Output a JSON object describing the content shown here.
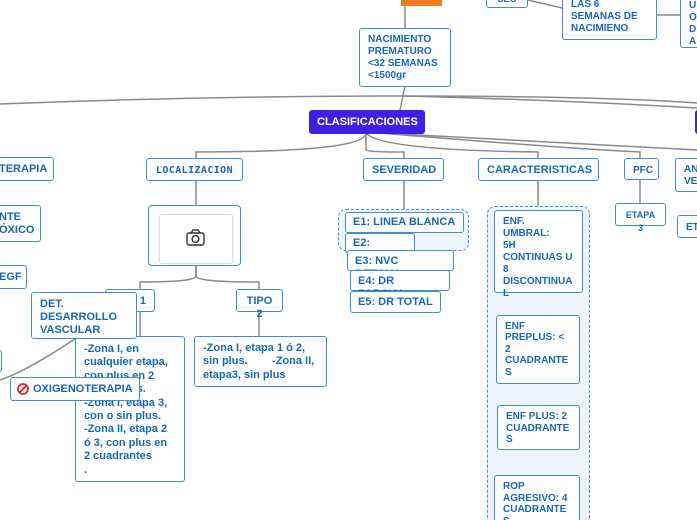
{
  "diagram": {
    "nodes": {
      "seg": "SEG",
      "semanas_nacimiento": "LAS 6\nSEMANAS DE\nNACIMIENO",
      "right_top": "U\nO\nD\nA",
      "nacimiento": "NACIMIENTO\nPREMATURO\n<32 SEMANAS\n<1500gr",
      "clasificaciones": "CLASIFICACIONES",
      "oxigenoterapia_left": "TERAPIA",
      "ante_toxico": "NTE\nÓXICO",
      "vegf": "EGF",
      "localizacion": "LOCALIZACION",
      "severidad": "SEVERIDAD",
      "caracteristicas": "CARACTERISTICAS",
      "pfc": "PFC",
      "etapa3": "ETAPA 3",
      "an_ve": "AN\nVE",
      "eta_right": "ETA",
      "det_desarrollo": "DET.\nDESARROLLO\nVASCULAR",
      "tipo1": "1",
      "tipo2": "TIPO 2",
      "tipo1_desc": "-Zona I, en\ncualquier etapa,\ncon plus en 2\ncuadrantes.\n-Zona I, etapa 3,\ncon o sin plus.\n-Zona II, etapa 2\nó 3, con plus en\n2 cuadrantes\n.",
      "tipo2_desc": "-Zona I, etapa 1 ó 2,\nsin plus.        -Zona II,\netapa3, sin plus",
      "oxigenoterapia": "OXIGENOTERAPIA",
      "e1": "E1: LINEA BLANCA",
      "e2": "E2: RIDGE",
      "e3": "E3: NVC RETINAL",
      "e4": "E4: DR PARCIAL",
      "e5": "E5: DR TOTAL",
      "umbral": "ENF. UMBRAL:\n5H\nCONTINUAS U\n8\nDISCONTINUA\nL",
      "preplus": "ENF\nPREPLUS: <\n2\nCUADRANTE\nS",
      "plus": "ENF PLUS: 2\nCUADRANTE\nS",
      "rop": "ROP\nAGRESIVO: 4\nCUADRANTE\nS"
    },
    "icons": {
      "image_placeholder": "camera-icon",
      "oxigenoterapia": "no-entry-icon"
    },
    "colors": {
      "node_border": "#3d8fd6",
      "node_text": "#1767b8",
      "main_topic": "#3f1fe6",
      "accent_orange": "#f07a1f",
      "connector": "#8a8a8a"
    }
  }
}
